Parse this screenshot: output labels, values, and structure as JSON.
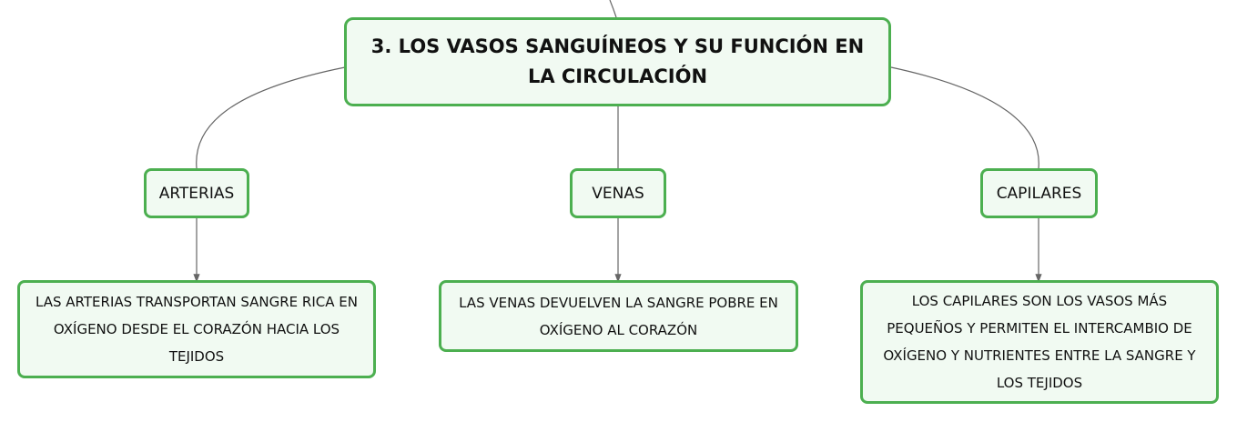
{
  "diagram": {
    "root": {
      "label": "3. LOS VASOS SANGUÍNEOS Y SU FUNCIÓN EN LA CIRCULACIÓN"
    },
    "branches": [
      {
        "label": "ARTERIAS",
        "description": "LAS ARTERIAS TRANSPORTAN SANGRE RICA EN OXÍGENO DESDE EL CORAZÓN HACIA LOS TEJIDOS"
      },
      {
        "label": "VENAS",
        "description": "LAS VENAS DEVUELVEN LA SANGRE POBRE EN OXÍGENO AL CORAZÓN"
      },
      {
        "label": "CAPILARES",
        "description": "LOS CAPILARES SON LOS VASOS MÁS PEQUEÑOS Y PERMITEN EL INTERCAMBIO DE OXÍGENO Y NUTRIENTES ENTRE LA SANGRE Y LOS TEJIDOS"
      }
    ],
    "colors": {
      "node_border": "#4caf50",
      "node_fill": "#f1faf2",
      "connector": "#666666",
      "text": "#111111"
    }
  }
}
